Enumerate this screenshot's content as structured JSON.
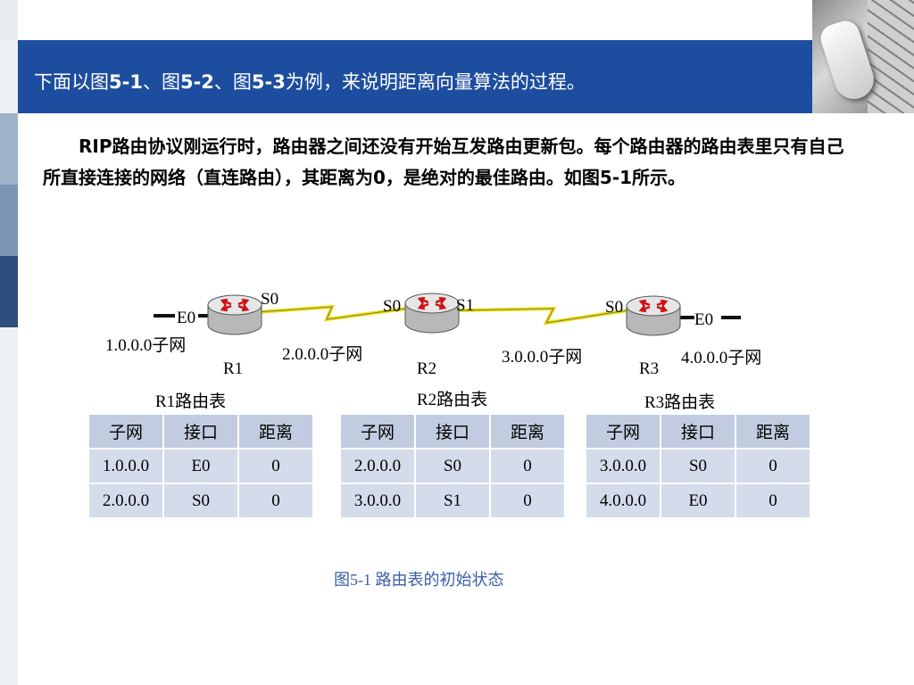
{
  "header": {
    "title_parts": [
      "下面以图",
      "5-1",
      "、图",
      "5-2",
      "、图",
      "5-3",
      "为例，来说明距离向量算法的过程。"
    ]
  },
  "paragraph": {
    "text": "RIP路由协议刚运行时，路由器之间还没有开始互发路由更新包。每个路由器的路由表里只有自己所直接连接的网络（直连路由），其距离为0，是绝对的最佳路由。如图5-1所示。"
  },
  "diagram": {
    "routers": [
      {
        "name": "R1",
        "interfaces": [
          "E0",
          "S0"
        ]
      },
      {
        "name": "R2",
        "interfaces": [
          "S0",
          "S1"
        ]
      },
      {
        "name": "R3",
        "interfaces": [
          "S0",
          "E0"
        ]
      }
    ],
    "subnets": [
      "1.0.0.0子网",
      "2.0.0.0子网",
      "3.0.0.0子网",
      "4.0.0.0子网"
    ]
  },
  "tables": [
    {
      "title": "R1路由表",
      "headers": [
        "子网",
        "接口",
        "距离"
      ],
      "rows": [
        [
          "1.0.0.0",
          "E0",
          "0"
        ],
        [
          "2.0.0.0",
          "S0",
          "0"
        ]
      ]
    },
    {
      "title": "R2路由表",
      "headers": [
        "子网",
        "接口",
        "距离"
      ],
      "rows": [
        [
          "2.0.0.0",
          "S0",
          "0"
        ],
        [
          "3.0.0.0",
          "S1",
          "0"
        ]
      ]
    },
    {
      "title": "R3路由表",
      "headers": [
        "子网",
        "接口",
        "距离"
      ],
      "rows": [
        [
          "3.0.0.0",
          "S0",
          "0"
        ],
        [
          "4.0.0.0",
          "E0",
          "0"
        ]
      ]
    }
  ],
  "caption": "图5-1  路由表的初始状态",
  "colors": {
    "header_bg": "#1d4d9e",
    "table_cell": "#d4dbea",
    "caption": "#3a5fa8",
    "serial_link": "#f2e200"
  }
}
